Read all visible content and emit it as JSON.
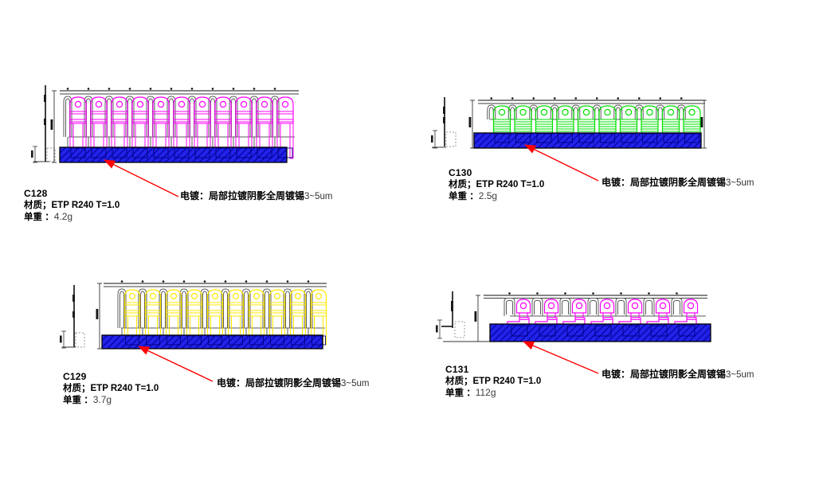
{
  "panels": [
    {
      "id": "C128",
      "material_label": "材质；",
      "material": "ETP R240  T=1.0",
      "weight_label": "单重 ：",
      "weight": "4.2g",
      "plating_bold": "电镀：局部拉镀阴影全周镀锡",
      "plating_suffix": "3~5um",
      "contact_count": 11,
      "contact_color": "#FF00FF",
      "contact_style": "fork-tall"
    },
    {
      "id": "C130",
      "material_label": "材质；",
      "material": "ETP R240  T=1.0",
      "weight_label": "单重 ：",
      "weight": "2.5g",
      "plating_bold": "电镀：局部拉镀阴影全周镀锡",
      "plating_suffix": "3~5um",
      "contact_count": 10,
      "contact_color": "#00E100",
      "contact_style": "striped-short"
    },
    {
      "id": "C129",
      "material_label": "材质；",
      "material": "ETP R240  T=1.0",
      "weight_label": "单重 ：",
      "weight": "3.7g",
      "plating_bold": "电镀：局部拉镀阴影全周镀锡",
      "plating_suffix": "3~5um",
      "contact_count": 10,
      "contact_color": "#FFE900",
      "contact_style": "fork-tall"
    },
    {
      "id": "C131",
      "material_label": "材质；",
      "material": "ETP R240  T=1.0",
      "weight_label": "单重 ：",
      "weight": "112g",
      "plating_bold": "电镀：局部拉镀阴影全周镀锡",
      "plating_suffix": "3~5um",
      "contact_count": 7,
      "contact_color": "#FF00FF",
      "contact_style": "l-foot"
    }
  ],
  "colors": {
    "carrier_strip": "#2222E8",
    "strip_hatch": "#00009A",
    "strip_shadow": "#000080",
    "rail": "#3d3d3d",
    "web": "#5a5a5a",
    "arrow": "#FF0000"
  }
}
